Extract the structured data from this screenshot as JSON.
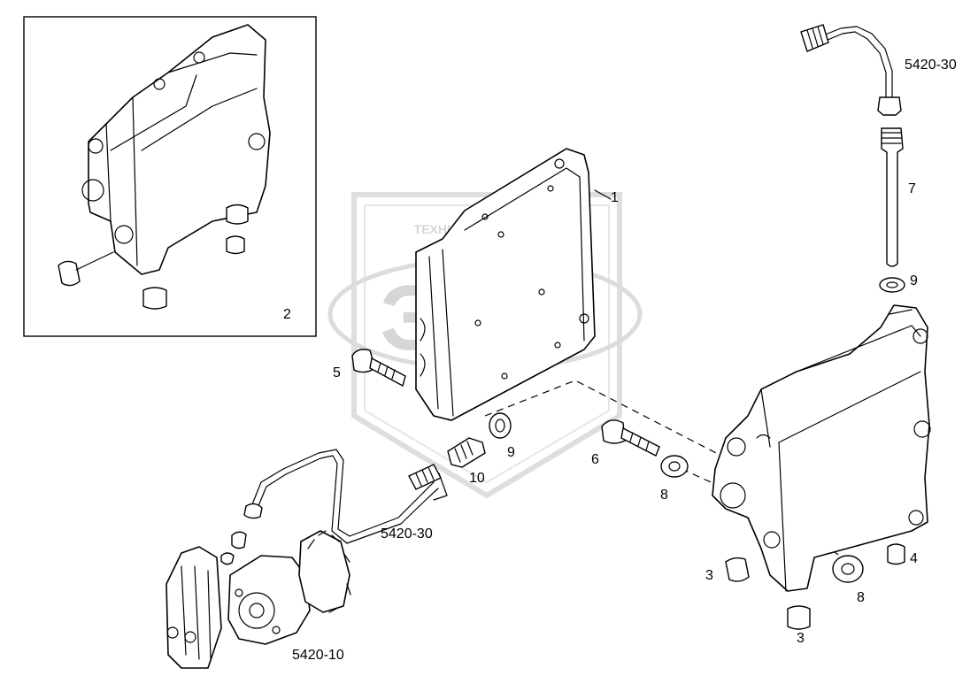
{
  "watermark": {
    "top_text": "ТЕХНИКА И ЗАПЧАСТИ",
    "main_text": "ЭПФ"
  },
  "labels": {
    "inset": "2",
    "part1": "1",
    "part3a": "3",
    "part3b": "3",
    "part4": "4",
    "part5": "5",
    "part6": "6",
    "part7": "7",
    "part8a": "8",
    "part8b": "8",
    "part9a": "9",
    "part9b": "9",
    "part10": "10",
    "ref_top": "5420-30",
    "ref_mid": "5420-30",
    "ref_bottom": "5420-10"
  },
  "colors": {
    "line": "#000000",
    "watermark": "#d6d6d6"
  }
}
